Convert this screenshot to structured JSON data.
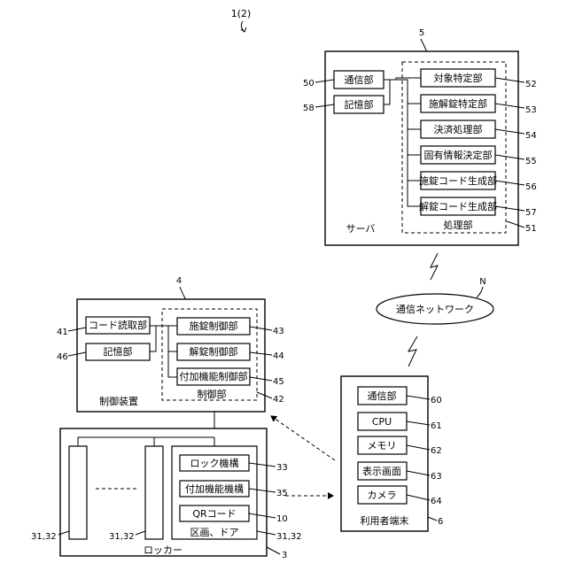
{
  "figure": {
    "system_ref": "1(2)",
    "server": {
      "ref": "5",
      "title": "サーバ",
      "communication": {
        "label": "通信部",
        "ref": "50"
      },
      "storage": {
        "label": "記憶部",
        "ref": "58"
      },
      "processing": {
        "label": "処理部",
        "ref": "51",
        "units": [
          {
            "label": "対象特定部",
            "ref": "52"
          },
          {
            "label": "施解錠特定部",
            "ref": "53"
          },
          {
            "label": "決済処理部",
            "ref": "54"
          },
          {
            "label": "固有情報決定部",
            "ref": "55"
          },
          {
            "label": "施錠コード生成部",
            "ref": "56"
          },
          {
            "label": "解錠コード生成部",
            "ref": "57"
          }
        ]
      }
    },
    "network": {
      "label": "通信ネットワーク",
      "ref": "N"
    },
    "control_device": {
      "ref": "4",
      "title": "制御装置",
      "code_reader": {
        "label": "コード読取部",
        "ref": "41"
      },
      "storage": {
        "label": "記憶部",
        "ref": "46"
      },
      "controller": {
        "label": "制御部",
        "ref": "42",
        "units": [
          {
            "label": "施錠制御部",
            "ref": "43"
          },
          {
            "label": "解錠制御部",
            "ref": "44"
          },
          {
            "label": "付加機能制御部",
            "ref": "45"
          }
        ]
      }
    },
    "terminal": {
      "ref": "6",
      "title": "利用者端末",
      "units": [
        {
          "label": "通信部",
          "ref": "60"
        },
        {
          "label": "CPU",
          "ref": "61"
        },
        {
          "label": "メモリ",
          "ref": "62"
        },
        {
          "label": "表示画面",
          "ref": "63"
        },
        {
          "label": "カメラ",
          "ref": "64"
        }
      ]
    },
    "locker": {
      "ref": "3",
      "title": "ロッカー",
      "compartment_ref_left": "31,32",
      "compartment_ref_mid": "31,32",
      "compartment": {
        "label": "区画、ドア",
        "ref": "31,32",
        "units": [
          {
            "label": "ロック機構",
            "ref": "33"
          },
          {
            "label": "付加機能機構",
            "ref": "35"
          },
          {
            "label": "QRコード",
            "ref": "10"
          }
        ]
      }
    }
  }
}
